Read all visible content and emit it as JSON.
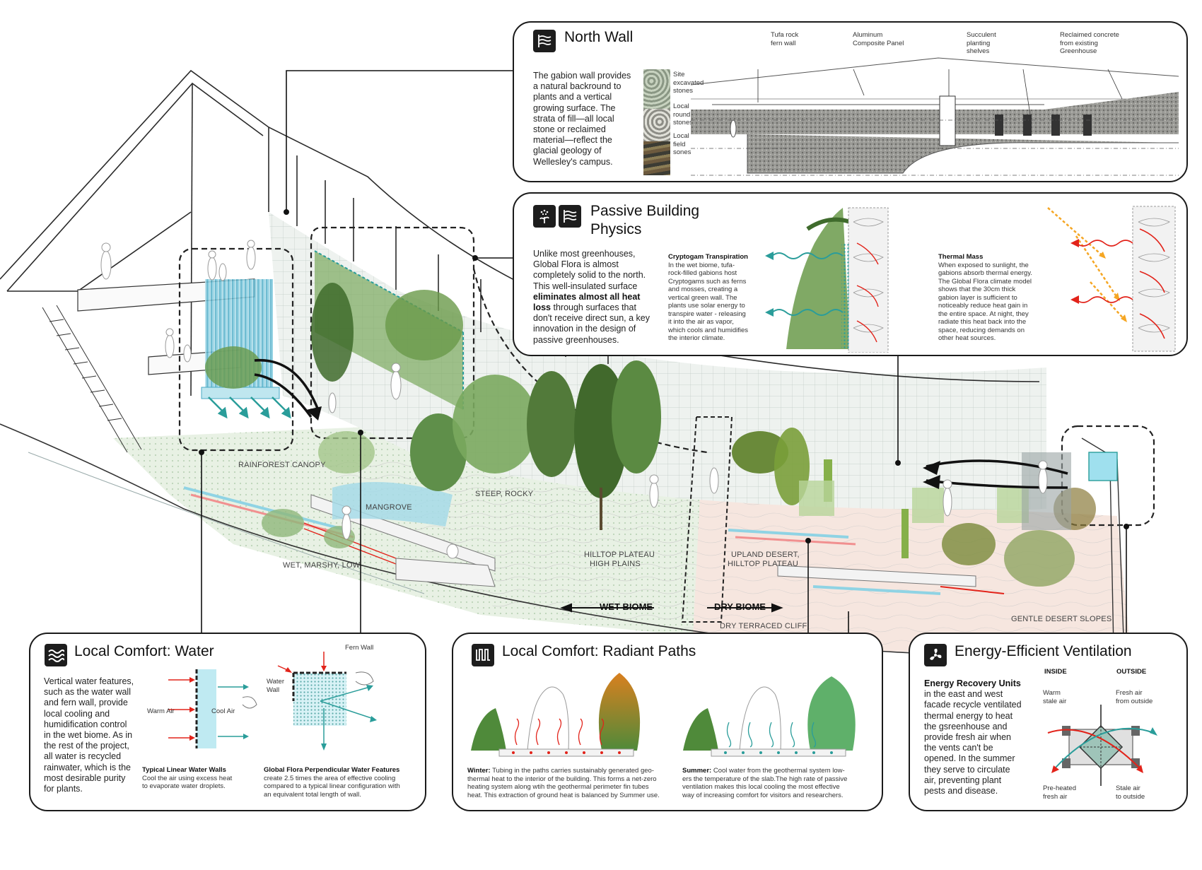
{
  "scene_labels": {
    "rainforest_canopy": "RAINFOREST CANOPY",
    "mangrove": "MANGROVE",
    "steep_rocky": "STEEP, ROCKY",
    "wet_marshy_low": "WET, MARSHY, LOW",
    "hilltop_plateau_1": "HILLTOP PLATEAU",
    "hilltop_plateau_2": "HIGH PLAINS",
    "upland_desert_1": "UPLAND DESERT,",
    "upland_desert_2": "HILLTOP PLATEAU",
    "wet_biome": "WET BIOME",
    "dry_biome": "DRY BIOME",
    "dry_terraced_cliff": "DRY TERRACED CLIFF",
    "gentle_desert_slopes": "GENTLE DESERT SLOPES"
  },
  "north_wall": {
    "title": "North Wall",
    "icon": "wall-icon",
    "body": [
      "The gabion wall provides",
      "a natural backround to",
      "plants and a vertical",
      "growing surface. The",
      "strata of fill—all local",
      "stone or reclaimed",
      "material—reflect the",
      "glacial geology of",
      "Wellesley's campus."
    ],
    "swatches": [
      {
        "label": [
          "Site",
          "excavated",
          "stones"
        ]
      },
      {
        "label": [
          "Local",
          "round",
          "stones"
        ]
      },
      {
        "label": [
          "Local",
          "field",
          "sones"
        ]
      }
    ],
    "callouts": [
      [
        "Tufa rock",
        "fern wall"
      ],
      [
        "Aluminum",
        "Composite Panel"
      ],
      [
        "Succulent",
        "planting",
        "shelves"
      ],
      [
        "Reclaimed concrete",
        "from existing",
        "Greenhouse"
      ]
    ]
  },
  "passive_physics": {
    "title_1": "Passive Building",
    "title_2": "Physics",
    "icons": [
      "sun-plant-icon",
      "wall-icon"
    ],
    "body_1": [
      "Unlike most greenhouses,",
      "Global Flora is almost",
      "completely solid to the north.",
      "This well-insulated surface"
    ],
    "body_bold_1": "eliminates almost all heat",
    "body_bold_2": "loss",
    "body_2a": " through surfaces that",
    "body_2": [
      "don't receive direct sun, a key",
      "innovation in the design of",
      "passive greenhouses."
    ],
    "cryptogam_title": "Cryptogam Transpiration",
    "cryptogam_body": [
      "In the wet biome, tufa-",
      "rock-filled gabions host",
      "Cryptogams such as ferns",
      "and mosses, creating a",
      "vertical green wall. The",
      "plants use solar energy to",
      "transpire water - releasing",
      "it into the air as vapor,",
      "which cools and humidifies",
      "the interior climate."
    ],
    "thermal_title": "Thermal Mass",
    "thermal_body": [
      "When exposed to sunlight, the",
      "gabions absorb thermal energy.",
      "The Global Flora climate model",
      "shows that the 30cm thick",
      "gabion layer is sufficient to",
      "noticeably reduce heat gain in",
      "the entire space. At night, they",
      "radiate this heat back into the",
      "space, reducing demands on",
      "other heat sources."
    ]
  },
  "water": {
    "title": "Local Comfort: Water",
    "icon": "water-waves-icon",
    "body": [
      "Vertical water features,",
      "such as the water wall",
      "and fern wall, provide",
      "local cooling and",
      "humidification control",
      "in the wet biome. As in",
      "the rest of the project,",
      "all water is recycled",
      "rainwater, which is the",
      "most desirable purity",
      "for plants."
    ],
    "warm_air": "Warm Air",
    "cool_air": "Cool Air",
    "fern_wall": "Fern Wall",
    "water_wall_1": "Water",
    "water_wall_2": "Wall",
    "cap1_title": "Typical Linear Water Walls",
    "cap1_body": [
      "Cool the air using excess heat",
      "to evaporate water droplets."
    ],
    "cap2_title": "Global Flora Perpendicular Water Features",
    "cap2_body": [
      "create 2.5 times the area of effective cooling",
      "compared to a typical linear configuration with",
      "an equivalent total length of wall."
    ]
  },
  "radiant": {
    "title": "Local Comfort: Radiant Paths",
    "icon": "radiant-coil-icon",
    "winter_title": "Winter:",
    "winter_body": [
      " Tubing in the paths carries sustainably generated geo-",
      "thermal heat to the interior of the building. This forms a net-zero",
      "heating system along wtih the geothermal perimeter fin tubes",
      "heat. This extraction of ground heat is balanced by Summer use."
    ],
    "summer_title": "Summer:",
    "summer_body": [
      " Cool water from the geothermal system low-",
      "ers the temperature of the slab.The high rate of passive",
      "ventilation makes this local cooling the most effective",
      "way of increasing comfort for visitors and researchers."
    ]
  },
  "ventilation": {
    "title": "Energy-Efficient Ventilation",
    "icon": "fan-icon",
    "inside": "INSIDE",
    "outside": "OUTSIDE",
    "erv_title": "Energy Recovery Units",
    "body": [
      "in the east and west",
      "facade recycle ventilated",
      "thermal energy to heat",
      "the gsreenhouse and",
      "provide fresh air when",
      "the vents can't be",
      "opened. In the summer",
      "they serve to circulate",
      "air, preventing plant",
      "pests and disease."
    ],
    "warm_stale": [
      "Warm",
      "stale air"
    ],
    "fresh_outside": [
      "Fresh air",
      "from outside"
    ],
    "preheated": [
      "Pre-heated",
      "fresh air"
    ],
    "stale_outside": [
      "Stale air",
      "to outside"
    ]
  },
  "colors": {
    "panel_border": "#1a1a1a",
    "water_cyan": "#2a9d9a",
    "heat_red": "#e2231a",
    "thermal_orange": "#f5a623",
    "plant_green": "#6a9a4a",
    "wet_floor": "#e3efe0",
    "dry_floor": "#f4e4dc"
  }
}
